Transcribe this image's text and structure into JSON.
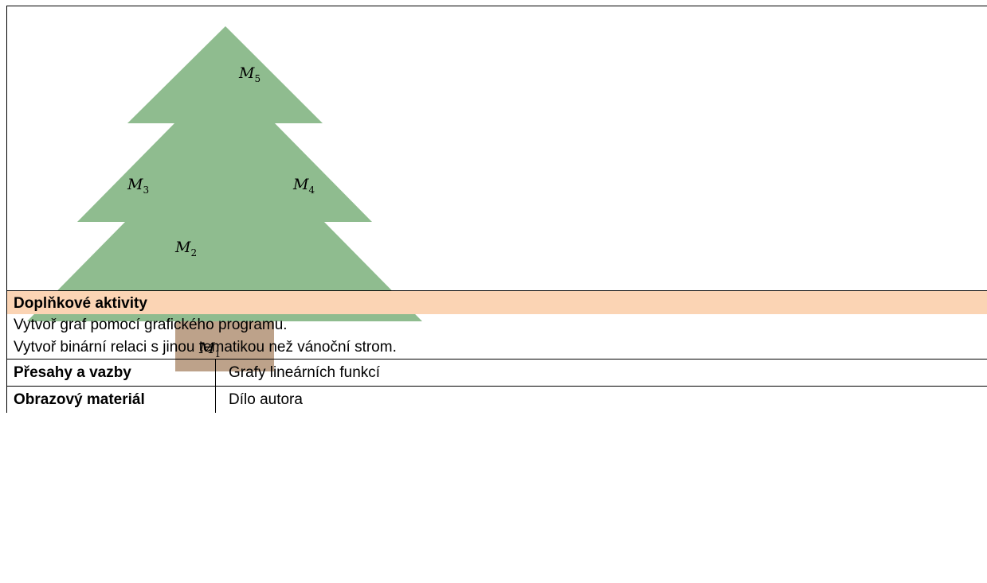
{
  "figure": {
    "colors": {
      "foliage": "#8fbc8f",
      "trunk": "#bda28a"
    },
    "labels": [
      {
        "name": "M",
        "sub": "5"
      },
      {
        "name": "M",
        "sub": "3"
      },
      {
        "name": "M",
        "sub": "4"
      },
      {
        "name": "M",
        "sub": "2"
      },
      {
        "name": "M",
        "sub": "1"
      }
    ]
  },
  "extras": {
    "heading": "Doplňkové aktivity",
    "lines": [
      "Vytvoř graf pomocí grafického programu.",
      "Vytvoř binární relaci s jinou tematikou než vánoční strom."
    ]
  },
  "meta": [
    {
      "key": "Přesahy a vazby",
      "value": "Grafy lineárních funkcí"
    },
    {
      "key": "Obrazový materiál",
      "value": "Dílo autora"
    }
  ]
}
